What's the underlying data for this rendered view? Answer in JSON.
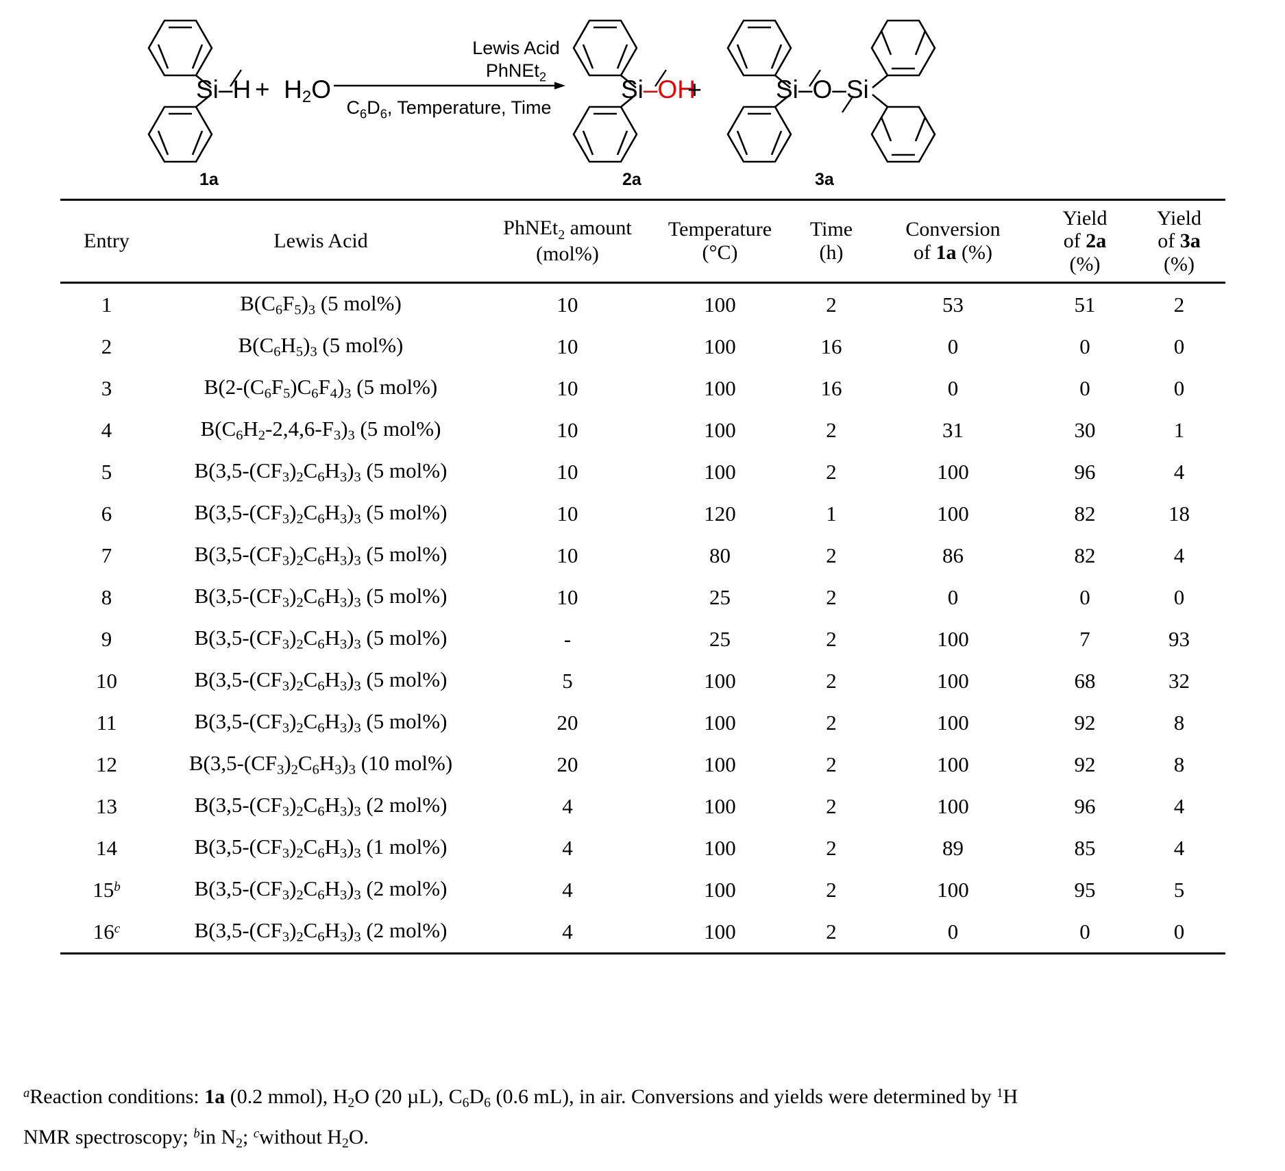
{
  "scheme": {
    "reactant": {
      "label": "1a",
      "atom_label": "Si–H",
      "plus_water": "+  H",
      "water": "H2O"
    },
    "arrow": {
      "above_line1": "Lewis Acid",
      "above_line2": "PhNEt2",
      "below_line": "C6D6, Temperature, Time"
    },
    "products": [
      {
        "label": "2a",
        "atom_label_black": "Si",
        "atom_label_red": "–OH"
      },
      {
        "label": "3a",
        "atom_label": "Si–O–Si"
      }
    ],
    "plus_sign": "+"
  },
  "table": {
    "columns": [
      {
        "key": "entry",
        "line1": "Entry",
        "line2": "",
        "line3": ""
      },
      {
        "key": "acid",
        "line1": "Lewis Acid",
        "line2": "",
        "line3": ""
      },
      {
        "key": "amount",
        "line1": "PhNEt2 amount",
        "line2": "(mol%)",
        "line3": ""
      },
      {
        "key": "temperature",
        "line1": "Temperature",
        "line2": "(°C)",
        "line3": ""
      },
      {
        "key": "time",
        "line1": "Time",
        "line2": "(h)",
        "line3": ""
      },
      {
        "key": "conversion",
        "line1": "Conversion",
        "line2": "of 1a (%)",
        "line3": ""
      },
      {
        "key": "yield_2a",
        "line1": "Yield",
        "line2": "of 2a",
        "line3": "(%)"
      },
      {
        "key": "yield_3a",
        "line1": "Yield",
        "line2": "of 3a",
        "line3": "(%)"
      }
    ],
    "rows": [
      {
        "entry": "1",
        "entry_sup": "",
        "acid": "B(C6F5)3 (5 mol%)",
        "amount": "10",
        "temperature": "100",
        "time": "2",
        "conversion": "53",
        "yield_2a": "51",
        "yield_3a": "2"
      },
      {
        "entry": "2",
        "entry_sup": "",
        "acid": "B(C6H5)3 (5 mol%)",
        "amount": "10",
        "temperature": "100",
        "time": "16",
        "conversion": "0",
        "yield_2a": "0",
        "yield_3a": "0"
      },
      {
        "entry": "3",
        "entry_sup": "",
        "acid": "B(2-(C6F5)C6F4)3 (5 mol%)",
        "amount": "10",
        "temperature": "100",
        "time": "16",
        "conversion": "0",
        "yield_2a": "0",
        "yield_3a": "0"
      },
      {
        "entry": "4",
        "entry_sup": "",
        "acid": "B(C6H2-2,4,6-F3)3 (5 mol%)",
        "amount": "10",
        "temperature": "100",
        "time": "2",
        "conversion": "31",
        "yield_2a": "30",
        "yield_3a": "1"
      },
      {
        "entry": "5",
        "entry_sup": "",
        "acid": "B(3,5-(CF3)2C6H3)3 (5 mol%)",
        "amount": "10",
        "temperature": "100",
        "time": "2",
        "conversion": "100",
        "yield_2a": "96",
        "yield_3a": "4"
      },
      {
        "entry": "6",
        "entry_sup": "",
        "acid": "B(3,5-(CF3)2C6H3)3 (5 mol%)",
        "amount": "10",
        "temperature": "120",
        "time": "1",
        "conversion": "100",
        "yield_2a": "82",
        "yield_3a": "18"
      },
      {
        "entry": "7",
        "entry_sup": "",
        "acid": "B(3,5-(CF3)2C6H3)3 (5 mol%)",
        "amount": "10",
        "temperature": "80",
        "time": "2",
        "conversion": "86",
        "yield_2a": "82",
        "yield_3a": "4"
      },
      {
        "entry": "8",
        "entry_sup": "",
        "acid": "B(3,5-(CF3)2C6H3)3 (5 mol%)",
        "amount": "10",
        "temperature": "25",
        "time": "2",
        "conversion": "0",
        "yield_2a": "0",
        "yield_3a": "0"
      },
      {
        "entry": "9",
        "entry_sup": "",
        "acid": "B(3,5-(CF3)2C6H3)3 (5 mol%)",
        "amount": "-",
        "temperature": "25",
        "time": "2",
        "conversion": "100",
        "yield_2a": "7",
        "yield_3a": "93"
      },
      {
        "entry": "10",
        "entry_sup": "",
        "acid": "B(3,5-(CF3)2C6H3)3 (5 mol%)",
        "amount": "5",
        "temperature": "100",
        "time": "2",
        "conversion": "100",
        "yield_2a": "68",
        "yield_3a": "32"
      },
      {
        "entry": "11",
        "entry_sup": "",
        "acid": "B(3,5-(CF3)2C6H3)3 (5 mol%)",
        "amount": "20",
        "temperature": "100",
        "time": "2",
        "conversion": "100",
        "yield_2a": "92",
        "yield_3a": "8"
      },
      {
        "entry": "12",
        "entry_sup": "",
        "acid": "B(3,5-(CF3)2C6H3)3 (10 mol%)",
        "amount": "20",
        "temperature": "100",
        "time": "2",
        "conversion": "100",
        "yield_2a": "92",
        "yield_3a": "8"
      },
      {
        "entry": "13",
        "entry_sup": "",
        "acid": "B(3,5-(CF3)2C6H3)3 (2 mol%)",
        "amount": "4",
        "temperature": "100",
        "time": "2",
        "conversion": "100",
        "yield_2a": "96",
        "yield_3a": "4"
      },
      {
        "entry": "14",
        "entry_sup": "",
        "acid": "B(3,5-(CF3)2C6H3)3 (1 mol%)",
        "amount": "4",
        "temperature": "100",
        "time": "2",
        "conversion": "89",
        "yield_2a": "85",
        "yield_3a": "4"
      },
      {
        "entry": "15",
        "entry_sup": "b",
        "acid": "B(3,5-(CF3)2C6H3)3 (2 mol%)",
        "amount": "4",
        "temperature": "100",
        "time": "2",
        "conversion": "100",
        "yield_2a": "95",
        "yield_3a": "5"
      },
      {
        "entry": "16",
        "entry_sup": "c",
        "acid": "B(3,5-(CF3)2C6H3)3 (2 mol%)",
        "amount": "4",
        "temperature": "100",
        "time": "2",
        "conversion": "0",
        "yield_2a": "0",
        "yield_3a": "0"
      }
    ]
  },
  "footnote": {
    "marker_a": "a",
    "text": "Reaction conditions: 1a (0.2 mmol), H2O (20 μL), C6D6 (0.6 mL), in air. Conversions and yields were determined by 1H NMR spectroscopy; bin N2; cwithout H2O."
  },
  "colors": {
    "text": "#000000",
    "highlight_oh": "#ee0000",
    "rule": "#000000",
    "background": "#ffffff"
  }
}
